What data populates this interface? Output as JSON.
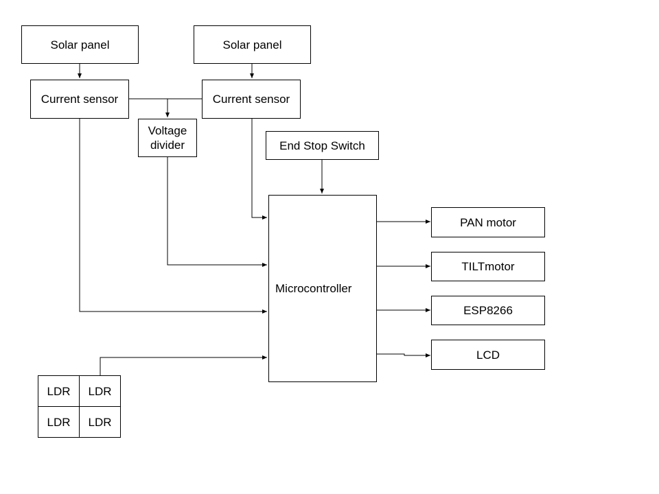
{
  "blocks": {
    "solar_panel_1": "Solar panel",
    "solar_panel_2": "Solar panel",
    "current_sensor_1": "Current sensor",
    "current_sensor_2": "Current sensor",
    "voltage_divider": "Voltage\ndivider",
    "end_stop_switch": "End Stop Switch",
    "microcontroller": "Microcontroller",
    "pan_motor": "PAN motor",
    "tilt_motor": "TILTmotor",
    "esp8266": "ESP8266",
    "lcd": "LCD",
    "ldr_1": "LDR",
    "ldr_2": "LDR",
    "ldr_3": "LDR",
    "ldr_4": "LDR"
  }
}
